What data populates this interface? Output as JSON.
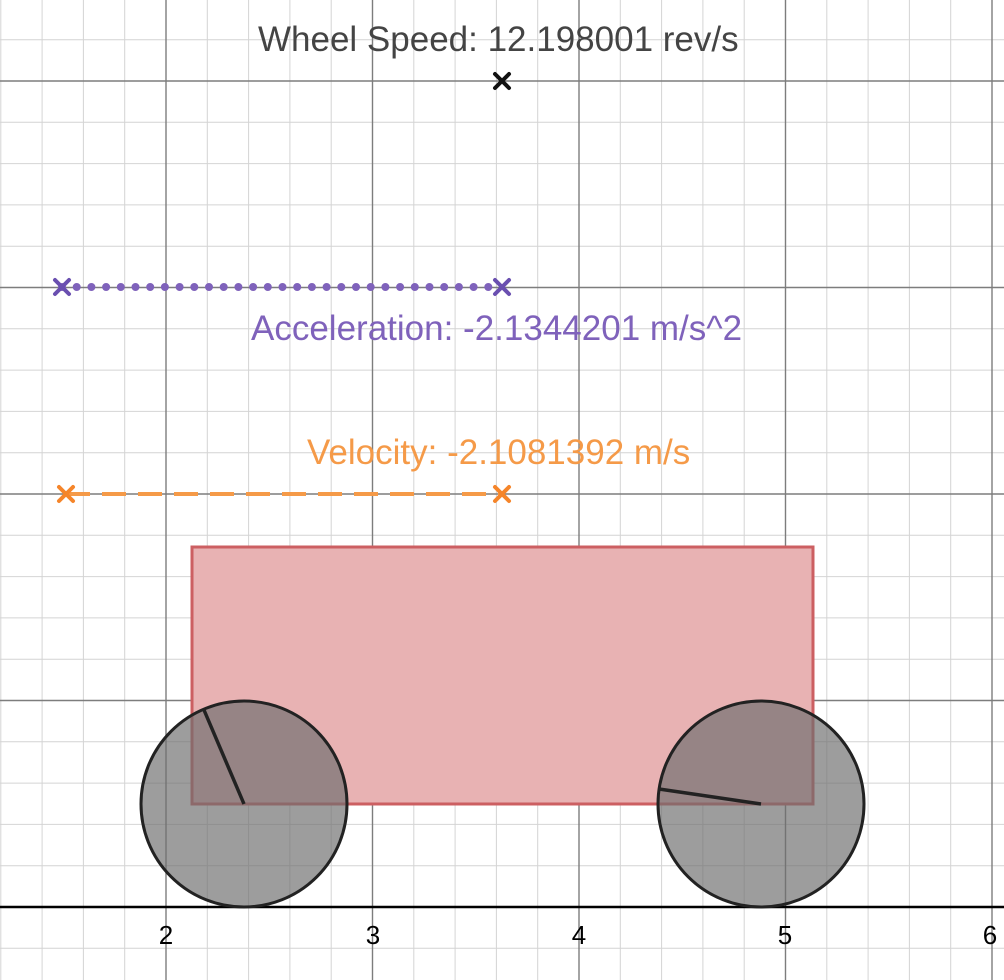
{
  "labels": {
    "wheel_speed": "Wheel Speed: 12.198001 rev/s",
    "acceleration": "Acceleration: -2.1344201 m/s^2",
    "velocity": "Velocity: -2.1081392 m/s"
  },
  "x_tick_labels": [
    "2",
    "3",
    "4",
    "5",
    "6"
  ],
  "colors": {
    "wheel_speed": "#444444",
    "acceleration": "#7f62bb",
    "velocity": "#f59a48",
    "cart_fill": "#e8b2b3",
    "cart_stroke": "#cc5f62",
    "wheel_fill": "#9a9a9a",
    "wheel_stroke": "#222222"
  },
  "icons": [
    "cross-marker-icon"
  ]
}
